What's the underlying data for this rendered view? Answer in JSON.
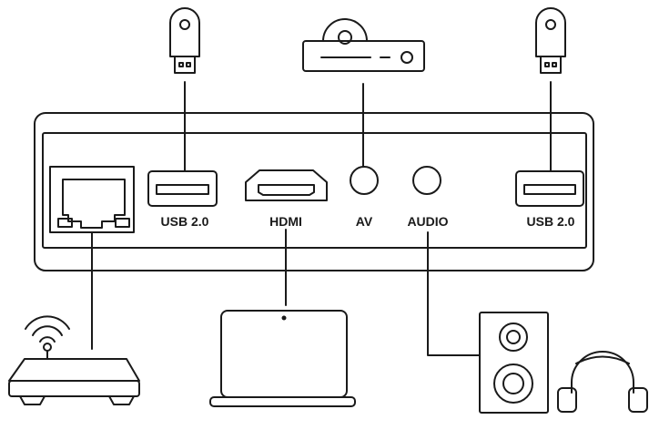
{
  "colors": {
    "stroke": "#1a1a1a",
    "background": "#ffffff"
  },
  "ports": {
    "usb_left": {
      "label": "USB 2.0"
    },
    "hdmi": {
      "label": "HDMI"
    },
    "av": {
      "label": "AV"
    },
    "audio": {
      "label": "AUDIO"
    },
    "usb_right": {
      "label": "USB 2.0"
    }
  },
  "devices": {
    "usb_stick_left": {
      "icon": "usb-stick-icon"
    },
    "usb_stick_right": {
      "icon": "usb-stick-icon"
    },
    "projector": {
      "icon": "projector-icon"
    },
    "router": {
      "icon": "wifi-router-icon"
    },
    "laptop": {
      "icon": "laptop-icon"
    },
    "speaker": {
      "icon": "speaker-icon"
    },
    "headphones": {
      "icon": "headphones-icon"
    }
  }
}
